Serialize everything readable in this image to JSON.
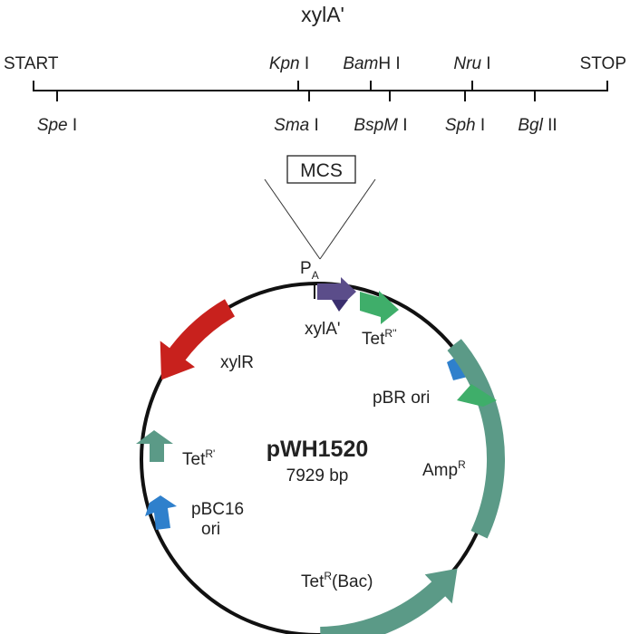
{
  "gene_title": "xylA'",
  "linear_map": {
    "start": "START",
    "stop": "STOP",
    "top_sites": [
      {
        "italic": "Kpn",
        "rest": " I"
      },
      {
        "italic": "Bam",
        "rest": "H I"
      },
      {
        "italic": "Nru",
        "rest": " I"
      }
    ],
    "bottom_sites": [
      {
        "italic": "Spe",
        "rest": " I"
      },
      {
        "italic": "Sma",
        "rest": " I"
      },
      {
        "italic": "BspM",
        "rest": " I"
      },
      {
        "italic": "Sph",
        "rest": " I"
      },
      {
        "italic": "Bgl",
        "rest": " II"
      }
    ]
  },
  "mcs_label": "MCS",
  "plasmid": {
    "name": "pWH1520",
    "size": "7929 bp"
  },
  "features": {
    "promoter": {
      "main": "P",
      "sub": "A"
    },
    "xylA": "xylA'",
    "xylR": "xylR",
    "tetR_prime2": {
      "main": "Tet",
      "sup": "R''"
    },
    "tetR_prime1": {
      "main": "Tet",
      "sup": "R'"
    },
    "pbr_ori": "pBR ori",
    "amp": {
      "main": "Amp",
      "sup": "R"
    },
    "pbc16_line1": "pBC16",
    "pbc16_line2": "ori",
    "tet_bac": {
      "main": "Tet",
      "sup": "R",
      "tail": "(Bac)"
    }
  },
  "colors": {
    "xylR": "#c8211d",
    "xylA": "#5b4d8a",
    "teal": "#5b9a87",
    "green": "#4eb36c",
    "blue": "#2f80cc",
    "line": "#111111"
  }
}
